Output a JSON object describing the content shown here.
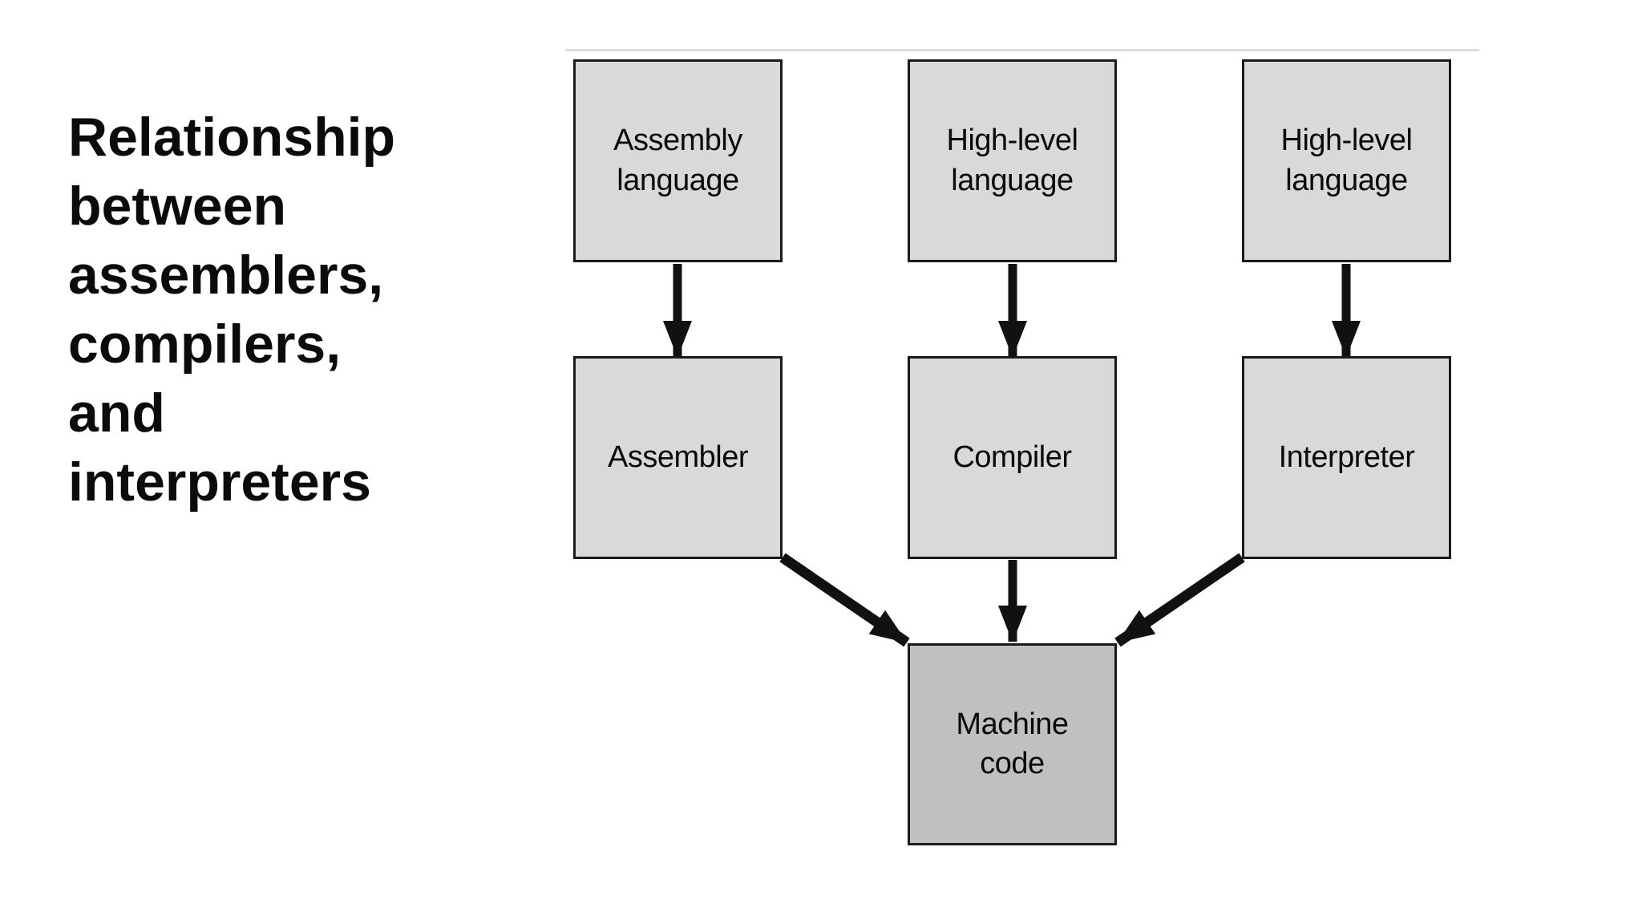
{
  "colors": {
    "background": "#ffffff",
    "box_fill": "#d9d9d9",
    "machine_box_fill": "#c0c0c0",
    "box_border": "#1a1a1a",
    "arrow": "#111111",
    "divider": "#dcdcdc",
    "title_text": "#0b0b0b",
    "box_text": "#0a0a0a"
  },
  "title": {
    "text": "Relationship\nbetween\nassemblers,\ncompilers,\nand\ninterpreters"
  },
  "diagram": {
    "boxes": [
      {
        "id": "assembly-language",
        "label": "Assembly\nlanguage"
      },
      {
        "id": "high-level-language-compiler",
        "label": "High-level\nlanguage"
      },
      {
        "id": "high-level-language-interpreter",
        "label": "High-level\nlanguage"
      },
      {
        "id": "assembler",
        "label": "Assembler"
      },
      {
        "id": "compiler",
        "label": "Compiler"
      },
      {
        "id": "interpreter",
        "label": "Interpreter"
      },
      {
        "id": "machine-code",
        "label": "Machine\ncode"
      }
    ],
    "arrows": [
      {
        "from": "Assembly language",
        "to": "Assembler"
      },
      {
        "from": "High-level language",
        "to": "Compiler"
      },
      {
        "from": "High-level language",
        "to": "Interpreter"
      },
      {
        "from": "Assembler",
        "to": "Machine code"
      },
      {
        "from": "Compiler",
        "to": "Machine code"
      },
      {
        "from": "Interpreter",
        "to": "Machine code"
      }
    ]
  }
}
